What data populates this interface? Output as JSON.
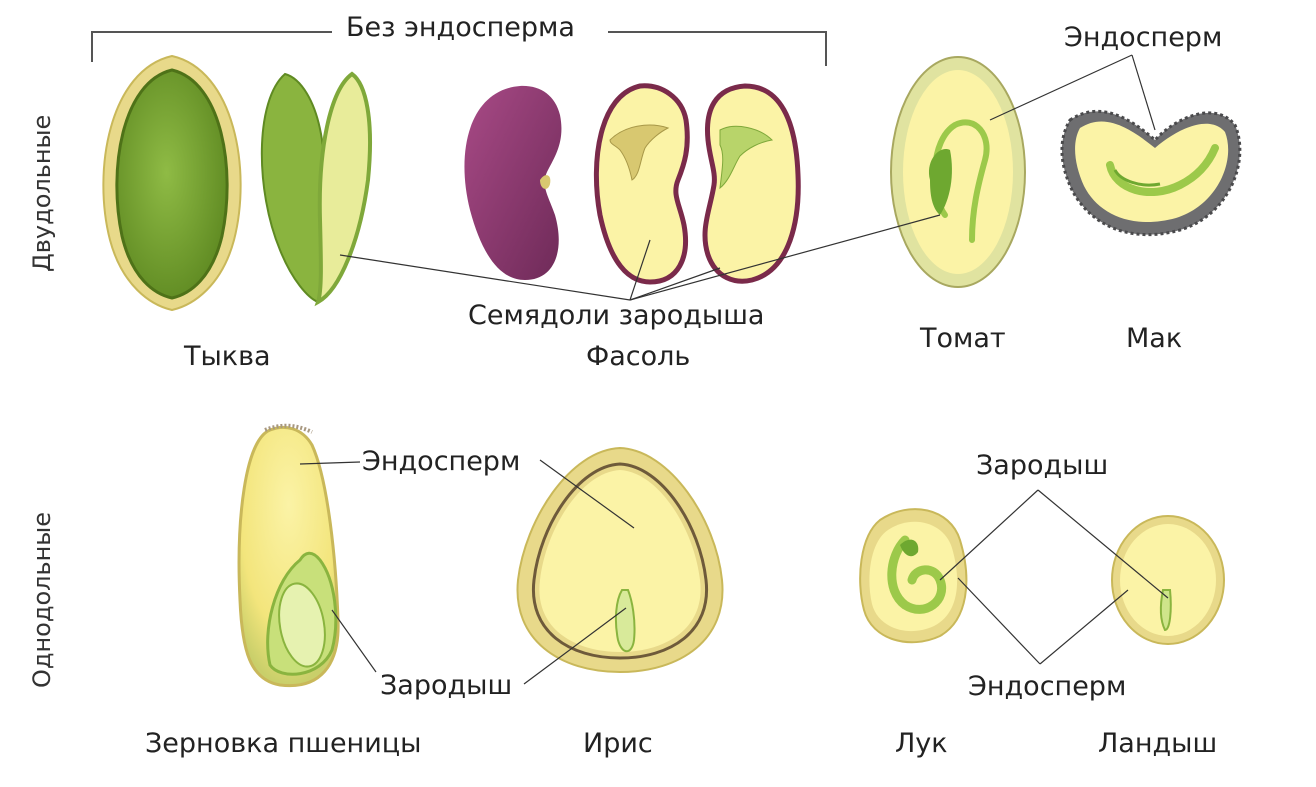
{
  "labels": {
    "dicots": "Двудольные",
    "monocots": "Однодольные",
    "no_endosperm": "Без эндосперма",
    "endosperm_top": "Эндосперм",
    "cotyledons": "Семядоли зародыша",
    "tykva": "Тыква",
    "fasol": "Фасоль",
    "tomat": "Томат",
    "mak": "Мак",
    "endosperm_wheat": "Эндосперм",
    "embryo_wheat": "Зародыш",
    "embryo_right": "Зародыш",
    "endosperm_right": "Эндосперм",
    "wheat": "Зерновка пшеницы",
    "iris": "Ирис",
    "luk": "Лук",
    "landysh": "Ландыш"
  },
  "colors": {
    "seed_coat_yellow": "#e8d98a",
    "endosperm_yellow": "#fbf3a6",
    "pumpkin_green": "#7fa83a",
    "bean_purple": "#8a3a6e",
    "bean_outline": "#7a2a4a",
    "embryo_green": "#9cc94a",
    "poppy_grey": "#6e6e70",
    "line": "#333333"
  }
}
